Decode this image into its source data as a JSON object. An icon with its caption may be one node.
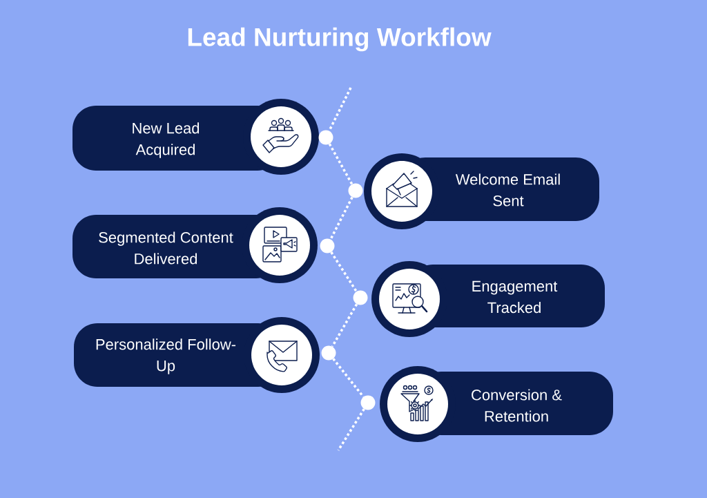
{
  "diagram": {
    "title": "Lead Nurturing Workflow",
    "nodes": [
      {
        "text": [
          "New Lead Acquired"
        ]
      },
      {
        "text": [],
        "shape": "circle"
      },
      {
        "text": [
          "Welcome Email Sent"
        ]
      },
      {
        "text": [],
        "shape": "circle"
      },
      {
        "text": [
          "Segmented Content Delivered"
        ]
      },
      {
        "text": [],
        "shape": "circle"
      },
      {
        "text": [
          "Engagement Tracked"
        ]
      },
      {
        "text": [],
        "shape": "circle"
      },
      {
        "text": [
          "Personalized Follow-Up"
        ]
      },
      {
        "text": [],
        "shape": "circle"
      },
      {
        "text": [
          "Conversion & Retention"
        ]
      },
      {
        "text": [],
        "shape": "circle"
      }
    ],
    "edges": [
      {
        "from": null,
        "to": 1,
        "arrow": "none"
      },
      {
        "from": 1,
        "to": 3,
        "arrow": "none"
      },
      {
        "from": 3,
        "to": 5,
        "arrow": "none"
      },
      {
        "from": 5,
        "to": 7,
        "arrow": "none"
      },
      {
        "from": 7,
        "to": 9,
        "arrow": "none"
      },
      {
        "from": 9,
        "to": 11,
        "arrow": "none"
      },
      {
        "from": 11,
        "to": null,
        "arrow": "none"
      }
    ]
  }
}
